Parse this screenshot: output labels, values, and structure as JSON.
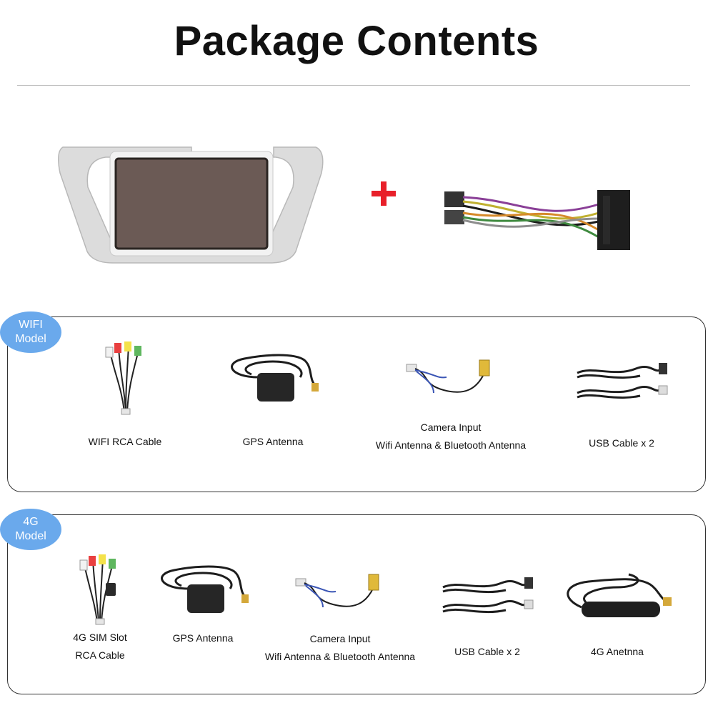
{
  "title": "Package Contents",
  "colors": {
    "badge": "#6aa9ec",
    "plus": "#e8202a",
    "screen": "#6b5a55",
    "frame": "#d9d9d9"
  },
  "wifi": {
    "badge": [
      "WIFI",
      "Model"
    ],
    "items": [
      {
        "icon": "rca-cable-icon",
        "lines": [
          "WIFI RCA Cable"
        ]
      },
      {
        "icon": "gps-antenna-icon",
        "lines": [
          "GPS Antenna"
        ]
      },
      {
        "icon": "camera-wifi-bt-cable-icon",
        "lines": [
          "Camera Input",
          "Wifi Antenna & Bluetooth Antenna"
        ]
      },
      {
        "icon": "usb-cable-icon",
        "lines": [
          "USB Cable x 2"
        ]
      }
    ]
  },
  "g4": {
    "badge": [
      "4G",
      "Model"
    ],
    "items": [
      {
        "icon": "sim-rca-cable-icon",
        "lines": [
          "4G SIM Slot",
          "RCA Cable"
        ]
      },
      {
        "icon": "gps-antenna-icon",
        "lines": [
          "GPS Antenna"
        ]
      },
      {
        "icon": "camera-wifi-bt-cable-icon",
        "lines": [
          "Camera Input",
          "Wifi Antenna & Bluetooth Antenna"
        ]
      },
      {
        "icon": "usb-cable-icon",
        "lines": [
          "USB Cable x 2"
        ]
      },
      {
        "icon": "4g-antenna-icon",
        "lines": [
          "4G Anetnna"
        ]
      }
    ]
  }
}
